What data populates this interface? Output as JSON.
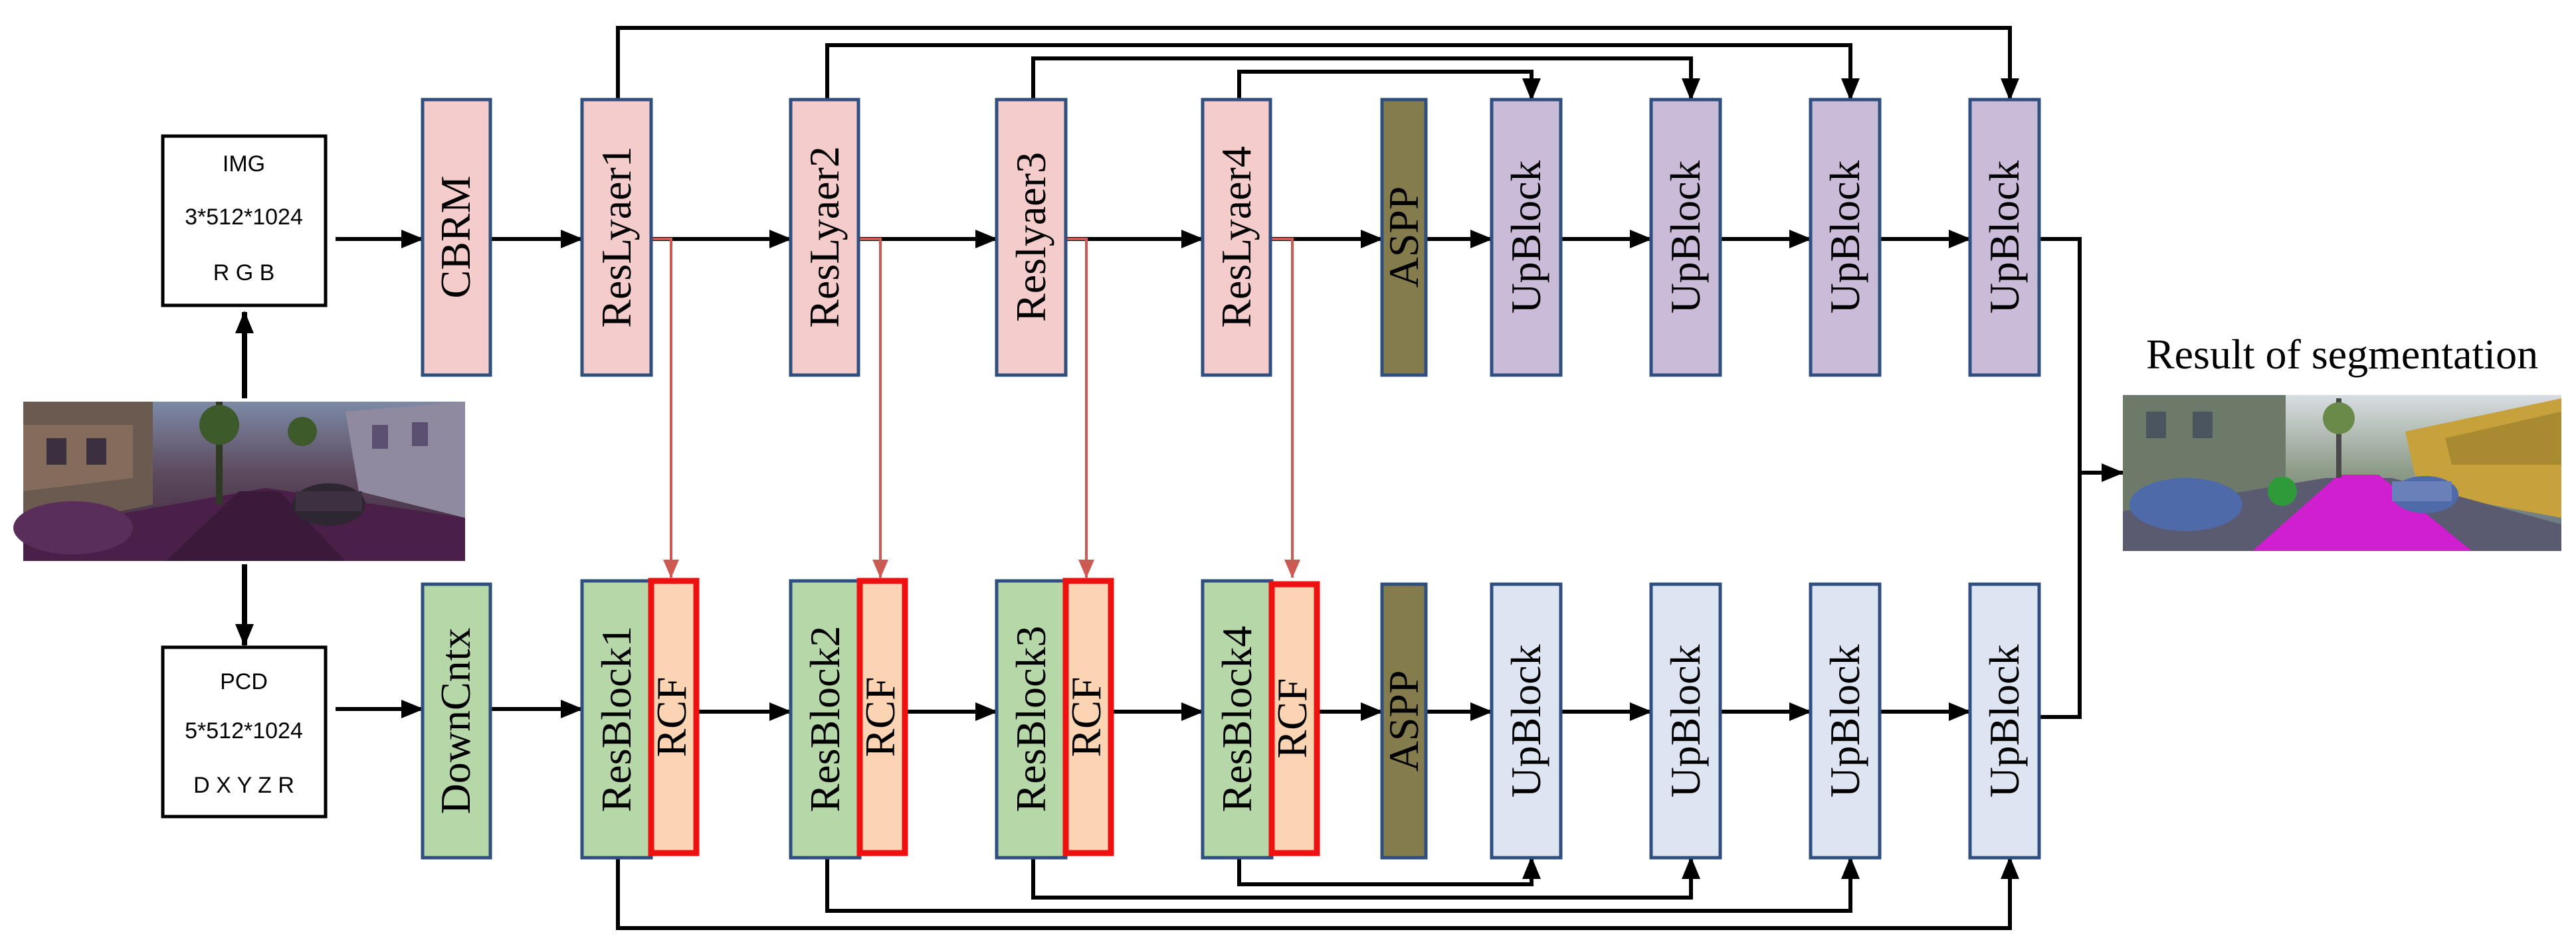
{
  "colors": {
    "pink": "#f4cccc",
    "green": "#b6d7a8",
    "olive": "#857c4e",
    "purple": "#cabbd8",
    "lightblue": "#dde5f2",
    "peach": "#fbd4b4",
    "border": "#2f4f80",
    "rcf_border": "#ee1111",
    "red_arrow": "#cc5a52",
    "black": "#000000"
  },
  "image_branch": {
    "input_box": {
      "line1": "IMG",
      "line2": "3*512*1024",
      "line3": "R G B"
    },
    "blocks": [
      "CBRM",
      "ResLyaer1",
      "ResLyaer2",
      "Reslyaer3",
      "ResLyaer4",
      "ASPP",
      "UpBlock",
      "UpBlock",
      "UpBlock",
      "UpBlock"
    ]
  },
  "point_branch": {
    "input_box": {
      "line1": "PCD",
      "line2": "5*512*1024",
      "line3": "D X Y Z R"
    },
    "blocks": [
      "DownCntx",
      "ResBlock1",
      "ResBlock2",
      "ResBlock3",
      "ResBlock4",
      "ASPP",
      "UpBlock",
      "UpBlock",
      "UpBlock",
      "UpBlock"
    ],
    "fusion_label": "RCF"
  },
  "output": {
    "title": "Result of segmentation"
  }
}
